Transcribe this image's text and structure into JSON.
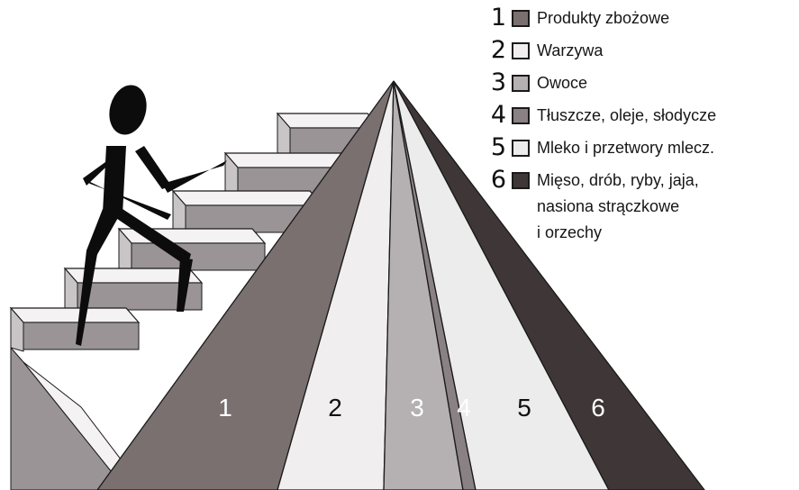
{
  "legend": {
    "items": [
      {
        "number": "1",
        "label": "Produkty zbożowe",
        "color": "#7a7070"
      },
      {
        "number": "2",
        "label": "Warzywa",
        "color": "#f1eef0"
      },
      {
        "number": "3",
        "label": "Owoce",
        "color": "#b5b0b2"
      },
      {
        "number": "4",
        "label": "Tłuszcze, oleje, słodycze",
        "color": "#8a8184"
      },
      {
        "number": "5",
        "label": "Mleko i przetwory mlecz.",
        "color": "#ececec"
      },
      {
        "number": "6",
        "label": "Mięso, drób, ryby, jaja,\nnasiona strączkowe\ni orzechy",
        "color": "#3f3637"
      }
    ]
  },
  "pyramid": {
    "segment_numbers": [
      "1",
      "2",
      "3",
      "4",
      "5",
      "6"
    ]
  },
  "colors": {
    "stair_top": "#f4f2f2",
    "stair_riser": "#9a9496",
    "stair_side": "#c9c5c6",
    "figure": "#0c0c0c",
    "outline": "#1a1a1a"
  }
}
